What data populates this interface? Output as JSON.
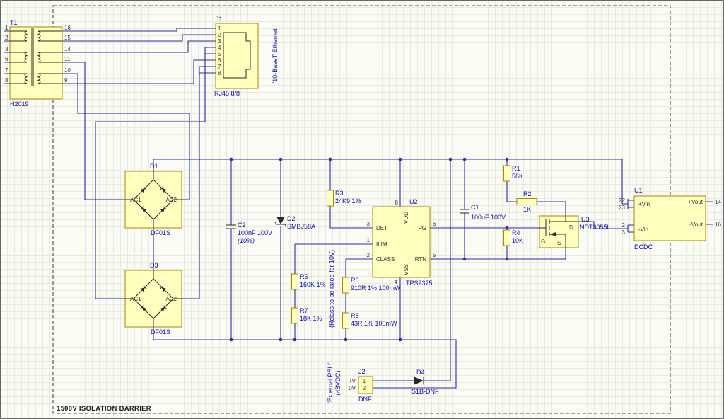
{
  "barrier": {
    "label": "1500V ISOLATION BARRIER"
  },
  "notes": {
    "ethernet": "'10-BaseT Ethernet'",
    "rclass": "(Rclass to be rated for 10V)",
    "ext_psu_line1": "'External PSU'",
    "ext_psu_line2": "(48VDC)"
  },
  "colors": {
    "wire": "#2d2da4",
    "part_fill": "#ffffbe",
    "part_outline": "#a38a00",
    "label_text": "#0b0ba8"
  },
  "components": {
    "T1": {
      "ref": "T1",
      "value": "H2019",
      "pins_left": [
        "1",
        "2",
        "3",
        "6",
        "7",
        "8"
      ],
      "pins_right": [
        "16",
        "15",
        "14",
        "11",
        "10",
        "9"
      ]
    },
    "J1": {
      "ref": "J1",
      "value": "RJ45 8/8",
      "pins": [
        "1",
        "2",
        "3",
        "4",
        "5",
        "6",
        "7",
        "8"
      ]
    },
    "D1": {
      "ref": "D1",
      "value": "DF01S",
      "pin_names": [
        "AC1",
        "AC2"
      ]
    },
    "D3": {
      "ref": "D3",
      "value": "DF01S",
      "pin_names": [
        "AC1",
        "AC2"
      ]
    },
    "C2": {
      "ref": "C2",
      "value": "100nF 100V",
      "tolerance": "(10%)"
    },
    "D2": {
      "ref": "D2",
      "value": "SMBJ58A"
    },
    "R3": {
      "ref": "R3",
      "value": "24K9 1%"
    },
    "R5": {
      "ref": "R5",
      "value": "160K 1%"
    },
    "R7": {
      "ref": "R7",
      "value": "18K 1%"
    },
    "R6": {
      "ref": "R6",
      "value": "910R 1% 100mW"
    },
    "R8": {
      "ref": "R8",
      "value": "43R 1% 100mW"
    },
    "U2": {
      "ref": "U2",
      "value": "TPS2375",
      "pins": {
        "det": {
          "name": "DET",
          "num": "3"
        },
        "ilim": {
          "name": "ILIM",
          "num": "1"
        },
        "cls": {
          "name": "CLASS",
          "num": "2"
        },
        "vdd": {
          "name": "VDD",
          "num": "8"
        },
        "vss": {
          "name": "VSS",
          "num": "4"
        },
        "pg": {
          "name": "PG",
          "num": "6"
        },
        "rtn": {
          "name": "RTN",
          "num": "5"
        }
      }
    },
    "C1": {
      "ref": "C1",
      "value": "100uF 100V"
    },
    "R1": {
      "ref": "R1",
      "value": "56K"
    },
    "R2": {
      "ref": "R2",
      "value": "1K"
    },
    "R4": {
      "ref": "R4",
      "value": "10K"
    },
    "U3": {
      "ref": "U3",
      "value": "NDT3055L",
      "pins": {
        "g": "G",
        "d": "D",
        "s": "S"
      }
    },
    "U1": {
      "ref": "U1",
      "value": "DCDC",
      "pins": {
        "vin_p": {
          "name": "+Vin",
          "num1": "22",
          "num2": "23"
        },
        "vin_n": {
          "name": "-Vin",
          "num1": "2",
          "num2": "3"
        },
        "vout_p": {
          "name": "+Vout",
          "num": "14"
        },
        "vout_n": {
          "name": "-Vout",
          "num": "16"
        }
      }
    },
    "J2": {
      "ref": "J2",
      "value": "DNF",
      "pins": [
        {
          "num": "1",
          "name": "+V"
        },
        {
          "num": "2",
          "name": "0V"
        }
      ]
    },
    "D4": {
      "ref": "D4",
      "value": "S1B-DNF"
    }
  }
}
